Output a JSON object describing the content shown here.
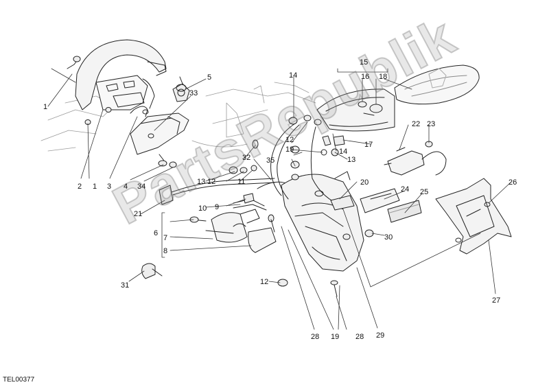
{
  "diagram": {
    "watermark": "PartsRepublik",
    "drawing_code": "TEL00377",
    "callouts": [
      {
        "id": "c1a",
        "text": "1"
      },
      {
        "id": "c1b",
        "text": "1"
      },
      {
        "id": "c2",
        "text": "2"
      },
      {
        "id": "c3",
        "text": "3"
      },
      {
        "id": "c4",
        "text": "4"
      },
      {
        "id": "c5",
        "text": "5"
      },
      {
        "id": "c6",
        "text": "6"
      },
      {
        "id": "c7",
        "text": "7"
      },
      {
        "id": "c8",
        "text": "8"
      },
      {
        "id": "c9",
        "text": "9"
      },
      {
        "id": "c10",
        "text": "10"
      },
      {
        "id": "c11",
        "text": "11"
      },
      {
        "id": "c12a",
        "text": "12"
      },
      {
        "id": "c12b",
        "text": "12"
      },
      {
        "id": "c12c",
        "text": "12"
      },
      {
        "id": "c13a",
        "text": "13"
      },
      {
        "id": "c13b",
        "text": "13"
      },
      {
        "id": "c14a",
        "text": "14"
      },
      {
        "id": "c14b",
        "text": "14"
      },
      {
        "id": "c15",
        "text": "15"
      },
      {
        "id": "c16",
        "text": "16"
      },
      {
        "id": "c17",
        "text": "17"
      },
      {
        "id": "c18",
        "text": "18"
      },
      {
        "id": "c19a",
        "text": "19"
      },
      {
        "id": "c19b",
        "text": "19"
      },
      {
        "id": "c20",
        "text": "20"
      },
      {
        "id": "c21",
        "text": "21"
      },
      {
        "id": "c22",
        "text": "22"
      },
      {
        "id": "c23",
        "text": "23"
      },
      {
        "id": "c24",
        "text": "24"
      },
      {
        "id": "c25",
        "text": "25"
      },
      {
        "id": "c26",
        "text": "26"
      },
      {
        "id": "c27",
        "text": "27"
      },
      {
        "id": "c28a",
        "text": "28"
      },
      {
        "id": "c28b",
        "text": "28"
      },
      {
        "id": "c29",
        "text": "29"
      },
      {
        "id": "c30",
        "text": "30"
      },
      {
        "id": "c31",
        "text": "31"
      },
      {
        "id": "c32",
        "text": "32"
      },
      {
        "id": "c33",
        "text": "33"
      },
      {
        "id": "c34",
        "text": "34"
      },
      {
        "id": "c35",
        "text": "35"
      }
    ]
  }
}
